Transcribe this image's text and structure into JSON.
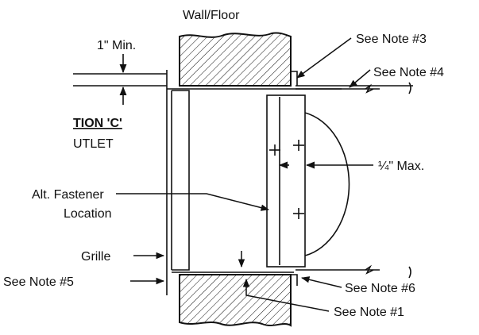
{
  "labels": {
    "wall_floor": "Wall/Floor",
    "min_gap": "1\" Min.",
    "note3": "See Note #3",
    "note4": "See Note #4",
    "section_title": "TION 'C'",
    "section_sub": "UTLET",
    "quarter_max": "¼\" Max.",
    "alt_fastener_1": "Alt. Fastener",
    "alt_fastener_2": "Location",
    "grille": "Grille",
    "note5": "See Note #5",
    "note6": "See Note #6",
    "note1": "See Note #1"
  },
  "colors": {
    "ink": "#111111",
    "background": "#ffffff"
  }
}
